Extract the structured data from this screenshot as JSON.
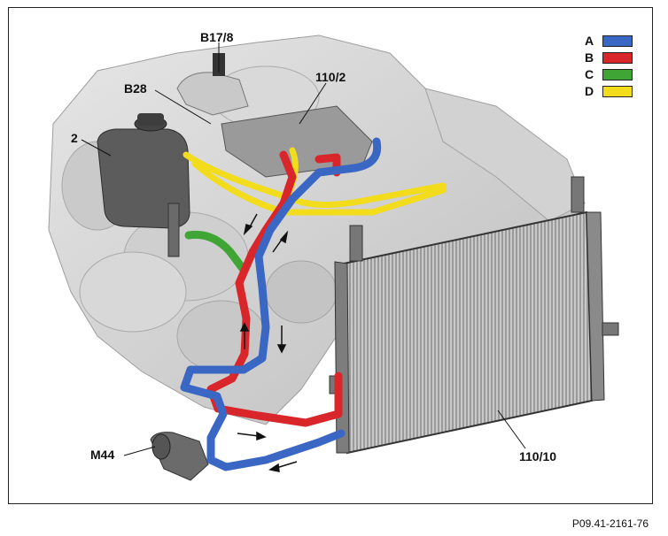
{
  "labels": {
    "b17_8": "B17/8",
    "b28": "B28",
    "l110_2": "110/2",
    "l2": "2",
    "m44": "M44",
    "l110_10": "110/10"
  },
  "legend": [
    {
      "key": "A",
      "color": "#3a66c4"
    },
    {
      "key": "B",
      "color": "#d8262a"
    },
    {
      "key": "C",
      "color": "#3fa535"
    },
    {
      "key": "D",
      "color": "#f2dc1c"
    }
  ],
  "reference": "P09.41-2161-76"
}
